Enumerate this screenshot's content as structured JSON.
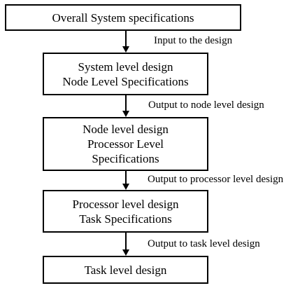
{
  "diagram": {
    "boxes": [
      {
        "text": "Overall System specifications"
      },
      {
        "text": "System level design\nNode Level Specifications"
      },
      {
        "text": "Node level design\nProcessor Level\nSpecifications"
      },
      {
        "text": "Processor level design\nTask Specifications"
      },
      {
        "text": "Task level design"
      }
    ],
    "edges": [
      {
        "label": "Input to the design"
      },
      {
        "label": "Output to node level design"
      },
      {
        "label": "Output to processor level design"
      },
      {
        "label": "Output to task level design"
      }
    ]
  }
}
